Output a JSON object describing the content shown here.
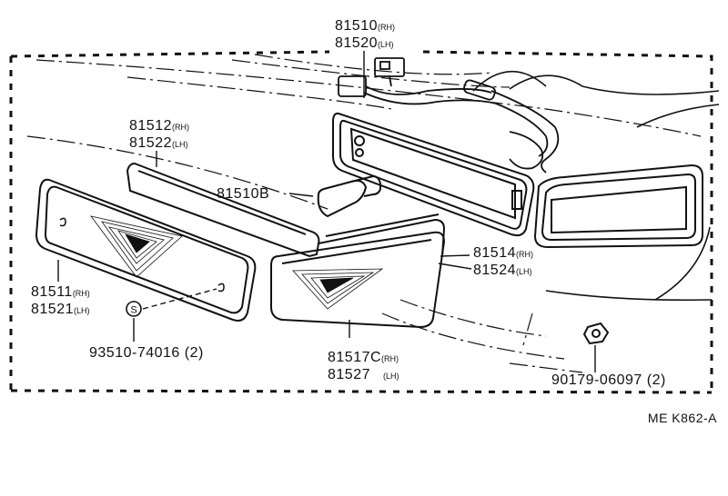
{
  "labels": {
    "housing": {
      "rh": "81510",
      "rh_sfx": "(RH)",
      "lh": "81520",
      "lh_sfx": "(LH)"
    },
    "lens_gasket_outer": {
      "rh": "81512",
      "rh_sfx": "(RH)",
      "lh": "81522",
      "lh_sfx": "(LH)"
    },
    "bulb": {
      "part": "81510B"
    },
    "outer_lens": {
      "rh": "81511",
      "rh_sfx": "(RH)",
      "lh": "81521",
      "lh_sfx": "(LH)"
    },
    "screw": {
      "part": "93510-74016 (2)"
    },
    "gasket_inner": {
      "rh": "81514",
      "rh_sfx": "(RH)",
      "lh": "81524",
      "lh_sfx": "(LH)"
    },
    "inner_lens": {
      "rh": "81517C",
      "rh_sfx": "(RH)",
      "lh": "81527",
      "lh_sfx": "(LH)"
    },
    "nut": {
      "part": "90179-06097 (2)"
    },
    "screw_symbol": "S"
  },
  "diagram_code": "ME K862-A"
}
